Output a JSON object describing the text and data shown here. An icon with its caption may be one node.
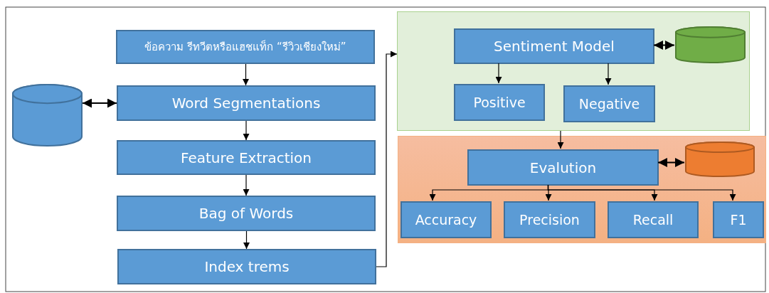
{
  "diagram": {
    "nodes": [
      {
        "text": [
          "ข้อความ รีทวีตหรือแฮชแท็ก “รีวิวเชียงใหม่”"
        ]
      },
      {
        "text": [],
        "shape": "cylinder"
      },
      {
        "text": [
          "Word Segmentations"
        ]
      },
      {
        "text": [
          "Feature Extraction"
        ]
      },
      {
        "text": [
          "Bag of Words"
        ]
      },
      {
        "text": [
          "Index trems"
        ]
      },
      {
        "text": [],
        "shape": "box"
      },
      {
        "text": [
          "Sentiment Model"
        ],
        "in": 6
      },
      {
        "text": [],
        "shape": "cylinder",
        "in": 6
      },
      {
        "text": [
          "Positive"
        ],
        "in": 6
      },
      {
        "text": [
          "Negative"
        ],
        "in": 6
      },
      {
        "text": [],
        "shape": "box"
      },
      {
        "text": [
          "Evalution"
        ],
        "in": 11
      },
      {
        "text": [],
        "shape": "cylinder",
        "in": 11
      },
      {
        "text": [
          "Accuracy"
        ],
        "in": 11
      },
      {
        "text": [
          "Precision"
        ],
        "in": 11
      },
      {
        "text": [
          "Recall"
        ],
        "in": 11
      },
      {
        "text": [
          "F1"
        ],
        "in": 11
      }
    ],
    "edges": [
      {
        "from": 0,
        "to": 2,
        "arrow": "to"
      },
      {
        "from": 1,
        "to": 2,
        "arrow": "both"
      },
      {
        "from": 2,
        "to": 3,
        "arrow": "to"
      },
      {
        "from": 3,
        "to": 4,
        "arrow": "to"
      },
      {
        "from": 4,
        "to": 5,
        "arrow": "to"
      },
      {
        "from": 5,
        "to": 6,
        "arrow": "to"
      },
      {
        "from": 7,
        "to": 8,
        "arrow": "both"
      },
      {
        "from": 7,
        "to": 9,
        "arrow": "to"
      },
      {
        "from": 7,
        "to": 10,
        "arrow": "to"
      },
      {
        "from": 6,
        "to": 12,
        "arrow": "to"
      },
      {
        "from": 12,
        "to": 13,
        "arrow": "both"
      },
      {
        "from": 12,
        "to": 14,
        "arrow": "to"
      },
      {
        "from": 12,
        "to": 15,
        "arrow": "to"
      },
      {
        "from": 12,
        "to": 16,
        "arrow": "to"
      },
      {
        "from": 12,
        "to": 17,
        "arrow": "to"
      }
    ]
  }
}
